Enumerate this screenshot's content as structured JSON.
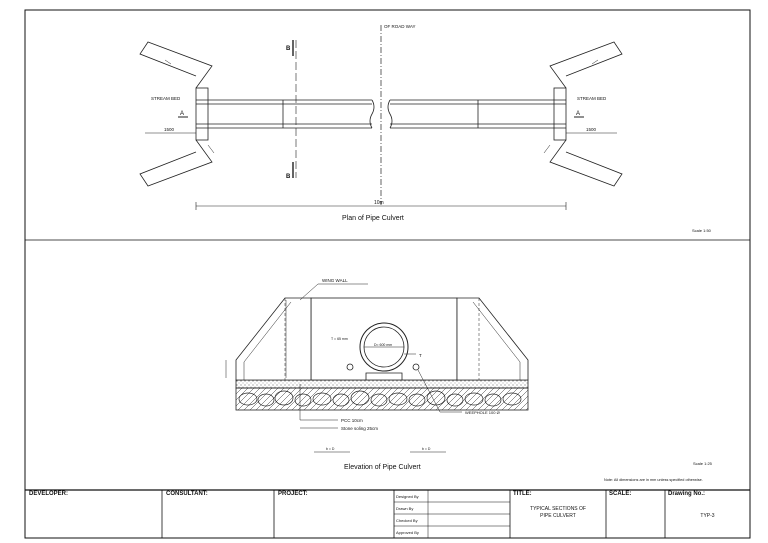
{
  "plan": {
    "road_label": "OF ROAD WAY",
    "left_stream_label": "STREAM BED",
    "right_stream_label": "STREAM BED",
    "section_top": "B",
    "section_bottom": "B",
    "marker_a_left": "A",
    "marker_a_right": "A",
    "left_dim": "1500",
    "right_dim": "1500",
    "span_dim": "10m",
    "title": "Plan of Pipe Culvert",
    "scale": "Scale 1:50"
  },
  "elevation": {
    "wing_wall_label": "WING WALL",
    "pipe_thickness_label": "T = 65 mm",
    "pipe_dia_label": "D= 600 mm",
    "t_label": "T",
    "pcc_label": "PCC 10cm",
    "soling_label": "Stone soling 25cm",
    "weephole_label": "WEEPHOLE 100 Ø",
    "dim_left": "b = D",
    "dim_right": "b = D",
    "title": "Elevation of Pipe Culvert",
    "scale": "Scale 1:25",
    "note": "Note: All dimensions are in mm unless specified otherwise."
  },
  "title_block": {
    "developer_label": "DEVELOPER:",
    "consultant_label": "CONSULTANT:",
    "project_label": "PROJECT:",
    "designed_by": "Designed By",
    "drawn_by": "Drawn By",
    "checked_by": "Checked By",
    "approved_by": "Approved By",
    "title_label": "TITLE:",
    "title_line1": "TYPICAL SECTIONS OF",
    "title_line2": "PIPE CULVERT",
    "scale_label": "SCALE:",
    "drawing_no_label": "Drawing No.:",
    "drawing_no": "TYP-3"
  }
}
